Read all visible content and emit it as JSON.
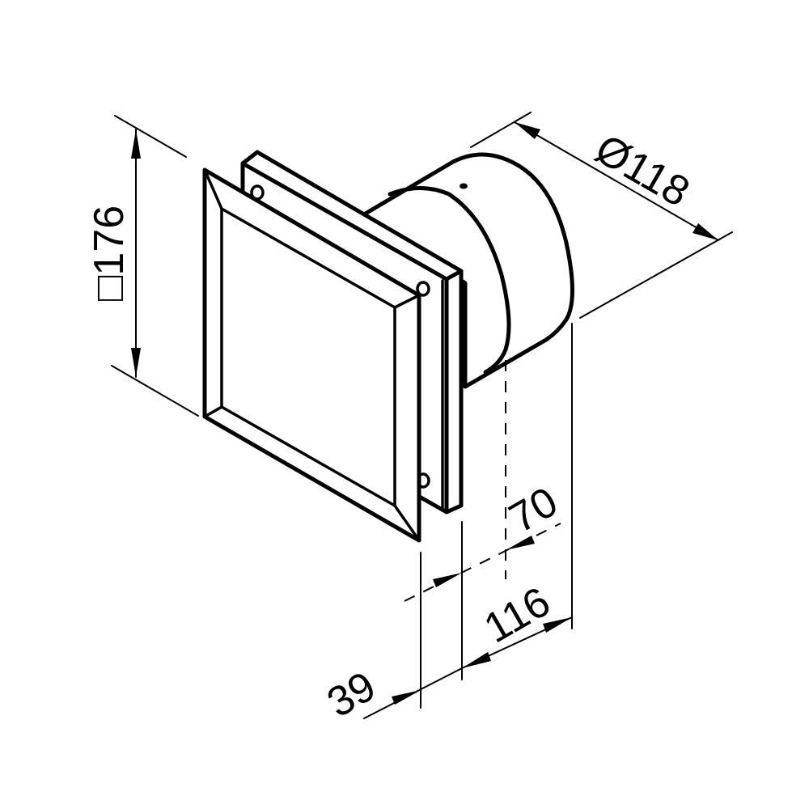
{
  "drawing": {
    "title": "Ventilation fan with square front grille - dimensional drawing",
    "line_color": "#000000",
    "background": "#ffffff"
  },
  "dimensions": {
    "grille_square": {
      "symbol": "□",
      "value": "176",
      "label": "□176"
    },
    "duct_diameter": {
      "symbol": "Ø",
      "value": "118",
      "label": "Ø118"
    },
    "grille_depth": {
      "value": "39",
      "label": "39"
    },
    "body_depth": {
      "value": "116",
      "label": "116"
    },
    "spigot_depth": {
      "value": "70",
      "label": "70"
    }
  },
  "parts": [
    {
      "name": "front-grille",
      "description": "Square bevelled front panel"
    },
    {
      "name": "mounting-plate",
      "description": "Square backplate with mounting holes"
    },
    {
      "name": "fan-body",
      "description": "Cylindrical duct spigot"
    }
  ]
}
